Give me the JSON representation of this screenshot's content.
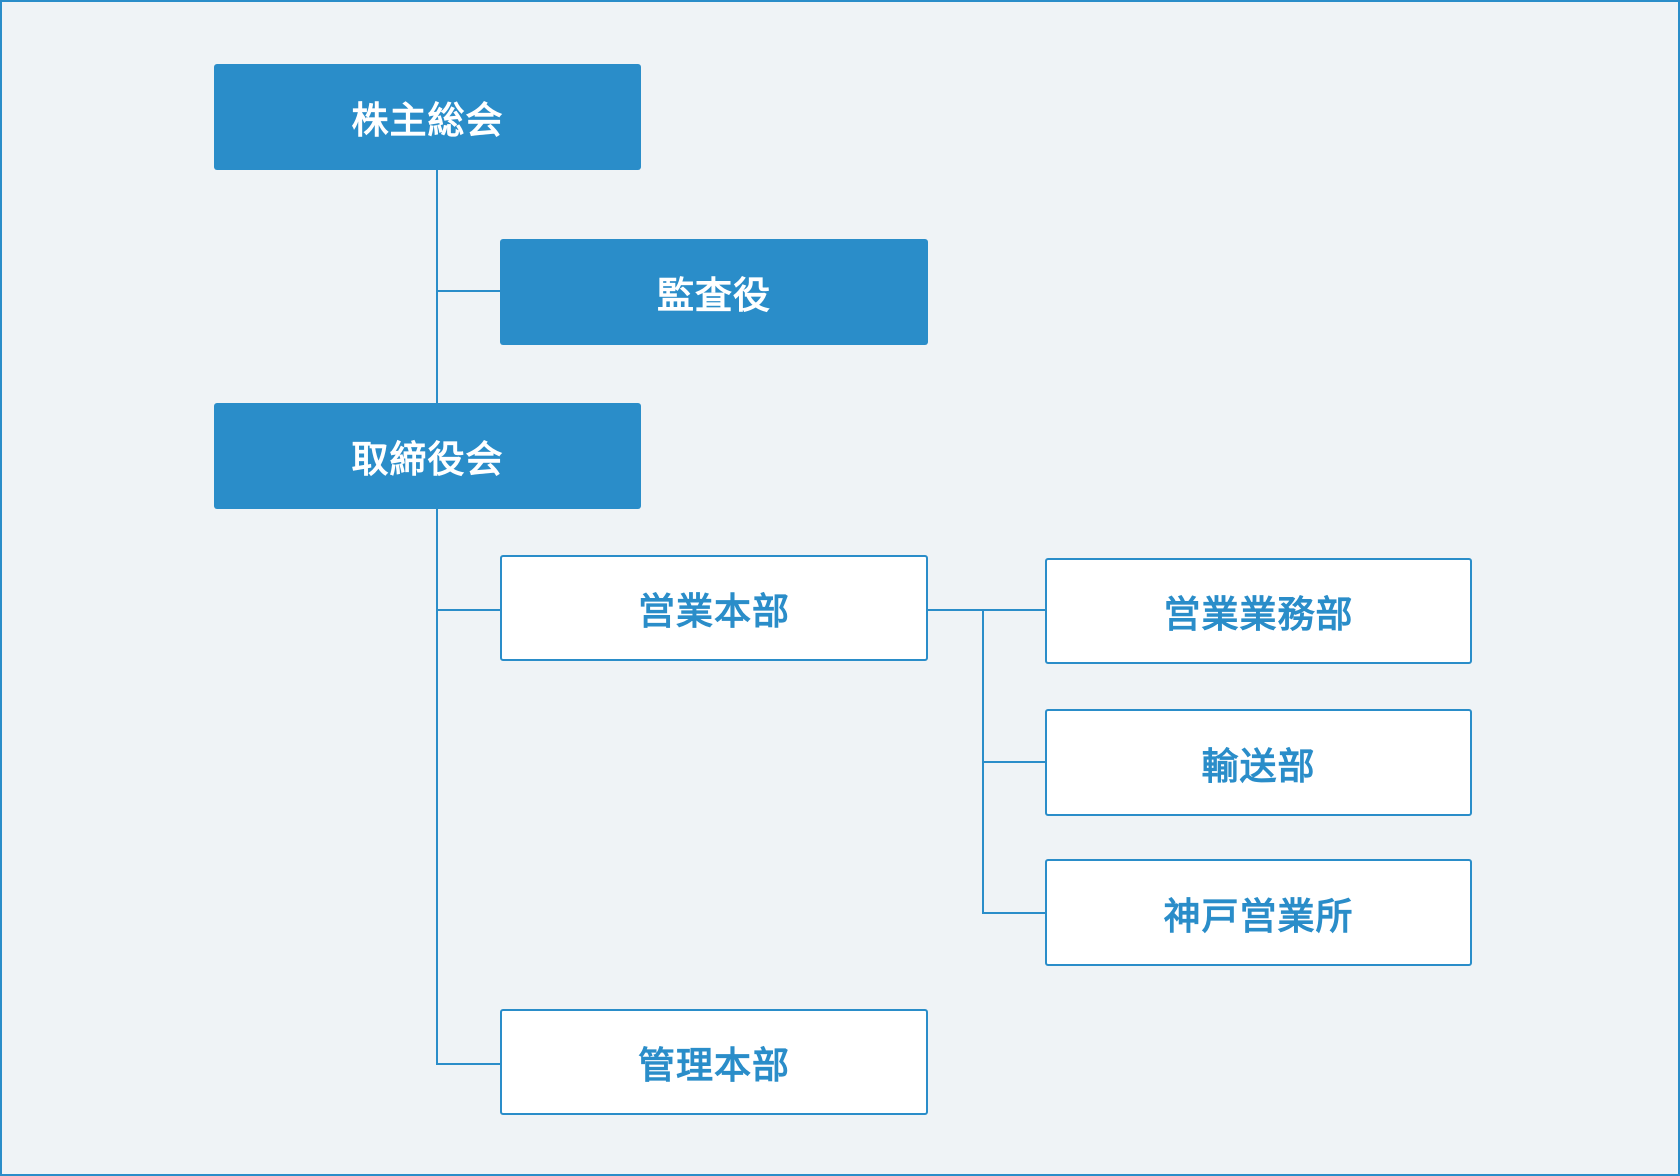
{
  "diagram": {
    "colors": {
      "accent": "#2a8dc9",
      "background": "#eff3f6",
      "box_outline_fill": "#ffffff"
    },
    "nodes": {
      "shareholders_meeting": "株主総会",
      "auditor": "監査役",
      "board_of_directors": "取締役会",
      "sales_headquarters": "営業本部",
      "sales_operations_dept": "営業業務部",
      "transport_dept": "輸送部",
      "kobe_sales_office": "神戸営業所",
      "administration_headquarters": "管理本部"
    },
    "edges": [
      [
        "shareholders_meeting",
        "board_of_directors"
      ],
      [
        "shareholders_meeting",
        "auditor"
      ],
      [
        "board_of_directors",
        "sales_headquarters"
      ],
      [
        "board_of_directors",
        "administration_headquarters"
      ],
      [
        "sales_headquarters",
        "sales_operations_dept"
      ],
      [
        "sales_headquarters",
        "transport_dept"
      ],
      [
        "sales_headquarters",
        "kobe_sales_office"
      ]
    ]
  }
}
